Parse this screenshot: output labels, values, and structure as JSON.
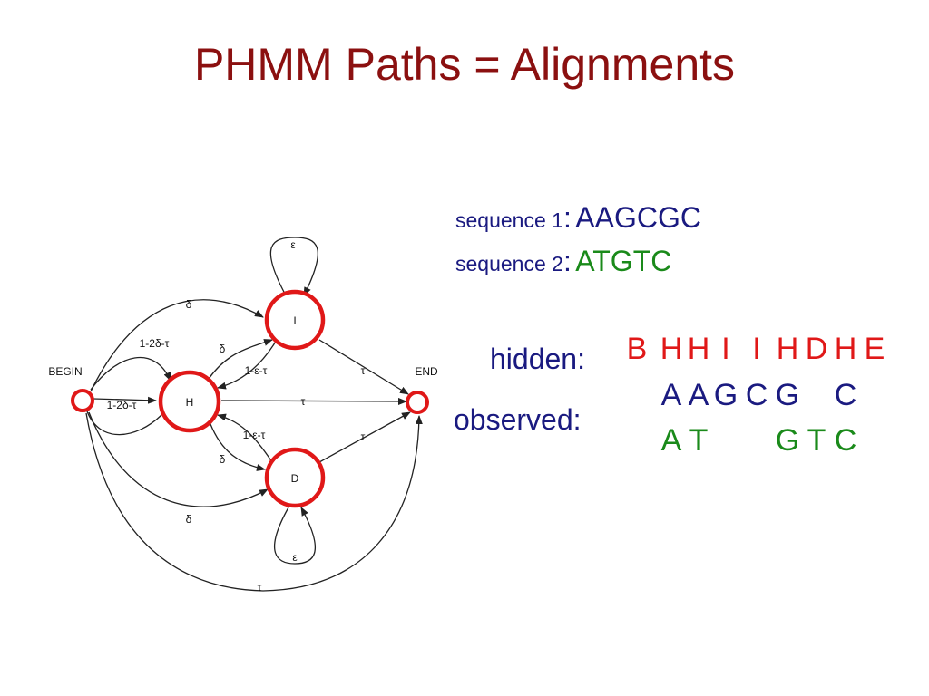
{
  "title": "PHMM Paths = Alignments",
  "diagram": {
    "nodes": {
      "begin": "BEGIN",
      "end": "END",
      "h": "H",
      "i": "I",
      "d": "D"
    },
    "edges": {
      "i_self": "ε",
      "begin_i": "δ",
      "begin_h_top": "1-2δ-τ",
      "h_i": "δ",
      "i_h": "1-ε-τ",
      "i_end": "τ",
      "begin_h": "1-2δ-τ",
      "h_end": "τ",
      "d_h": "1-ε-τ",
      "h_d": "δ",
      "d_end": "τ",
      "begin_d": "δ",
      "d_self": "ε",
      "begin_end": "τ"
    },
    "colors": {
      "state_ring": "#e01818",
      "edge": "#222222"
    }
  },
  "sequences": {
    "seq1_label": "sequence 1",
    "seq1_colon": ":",
    "seq1_value": "AAGCGC",
    "seq2_label": "sequence 2",
    "seq2_colon": ":",
    "seq2_value": "ATGTC"
  },
  "alignment": {
    "hidden_label": "hidden:",
    "observed_label": "observed:",
    "hidden": [
      "B",
      "H",
      "H",
      "I",
      "I",
      "H",
      "D",
      "H",
      "E"
    ],
    "observed_1": [
      "",
      "A",
      "A",
      "G",
      "C",
      "G",
      "",
      "C",
      ""
    ],
    "observed_2": [
      "",
      "A",
      "T",
      "",
      "",
      "G",
      "T",
      "C",
      ""
    ]
  },
  "colors": {
    "title": "#8b1010",
    "hidden": "#e01818",
    "sequence_1": "#1a1a80",
    "sequence_2": "#1a8a1a"
  }
}
